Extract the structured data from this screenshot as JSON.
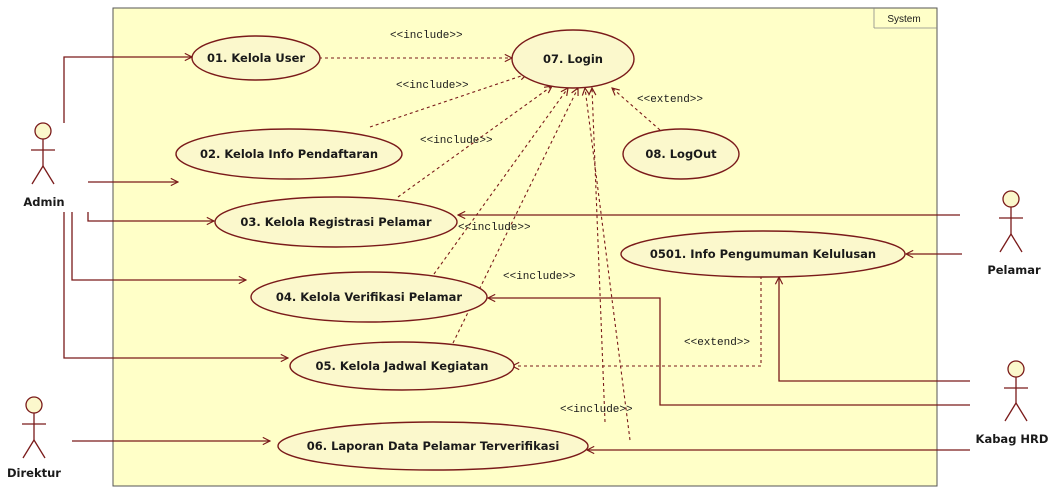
{
  "system": {
    "label": "System"
  },
  "colors": {
    "system_fill": "#ffffc8",
    "usecase_fill": "#fbf8cc",
    "line": "#7a1a1a"
  },
  "actors": {
    "admin": "Admin",
    "direktur": "Direktur",
    "pelamar": "Pelamar",
    "kabag_hrd": "Kabag HRD"
  },
  "usecases": {
    "uc01": "01. Kelola User",
    "uc02": "02. Kelola Info Pendaftaran",
    "uc03": "03. Kelola Registrasi Pelamar",
    "uc04": "04. Kelola Verifikasi Pelamar",
    "uc05": "05. Kelola Jadwal Kegiatan",
    "uc06": "06. Laporan Data Pelamar Terverifikasi",
    "uc07": "07. Login",
    "uc08": "08. LogOut",
    "uc0501": "0501. Info Pengumuman Kelulusan"
  },
  "stereotypes": {
    "include_01": "<<include>>",
    "include_02": "<<include>>",
    "include_03": "<<include>>",
    "include_04": "<<include>>",
    "include_05": "<<include>>",
    "include_06": "<<include>>",
    "extend_08": "<<extend>>",
    "extend_0501": "<<extend>>"
  }
}
